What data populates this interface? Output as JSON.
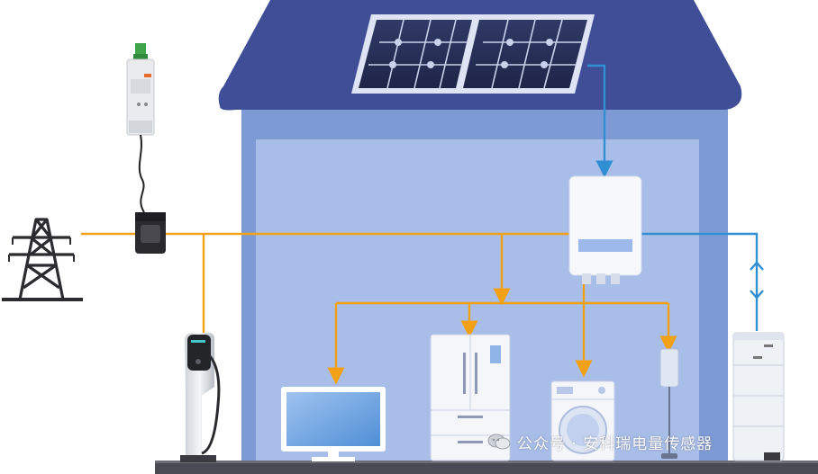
{
  "watermark": {
    "text": "公众号 · 安科瑞电量传感器",
    "logo_icon": "wechat-icon"
  },
  "colors": {
    "roof": "#3f4e97",
    "house_wall": "#7e9ad4",
    "house_inner": "#a8bde8",
    "ac_line": "#f2a117",
    "dc_line": "#2f8fd2",
    "ground": "#4a4a55"
  },
  "components": [
    {
      "id": "grid",
      "icon": "power-tower-icon"
    },
    {
      "id": "meter",
      "icon": "din-rail-meter-icon"
    },
    {
      "id": "ct",
      "icon": "current-transformer-icon"
    },
    {
      "id": "solar",
      "icon": "solar-panel-icon"
    },
    {
      "id": "inverter",
      "icon": "inverter-icon"
    },
    {
      "id": "battery",
      "icon": "battery-storage-icon"
    },
    {
      "id": "ev",
      "icon": "ev-charger-icon"
    },
    {
      "id": "tv",
      "icon": "monitor-icon"
    },
    {
      "id": "fridge",
      "icon": "refrigerator-icon"
    },
    {
      "id": "washer",
      "icon": "washing-machine-icon"
    },
    {
      "id": "lamp",
      "icon": "floor-lamp-icon"
    }
  ]
}
